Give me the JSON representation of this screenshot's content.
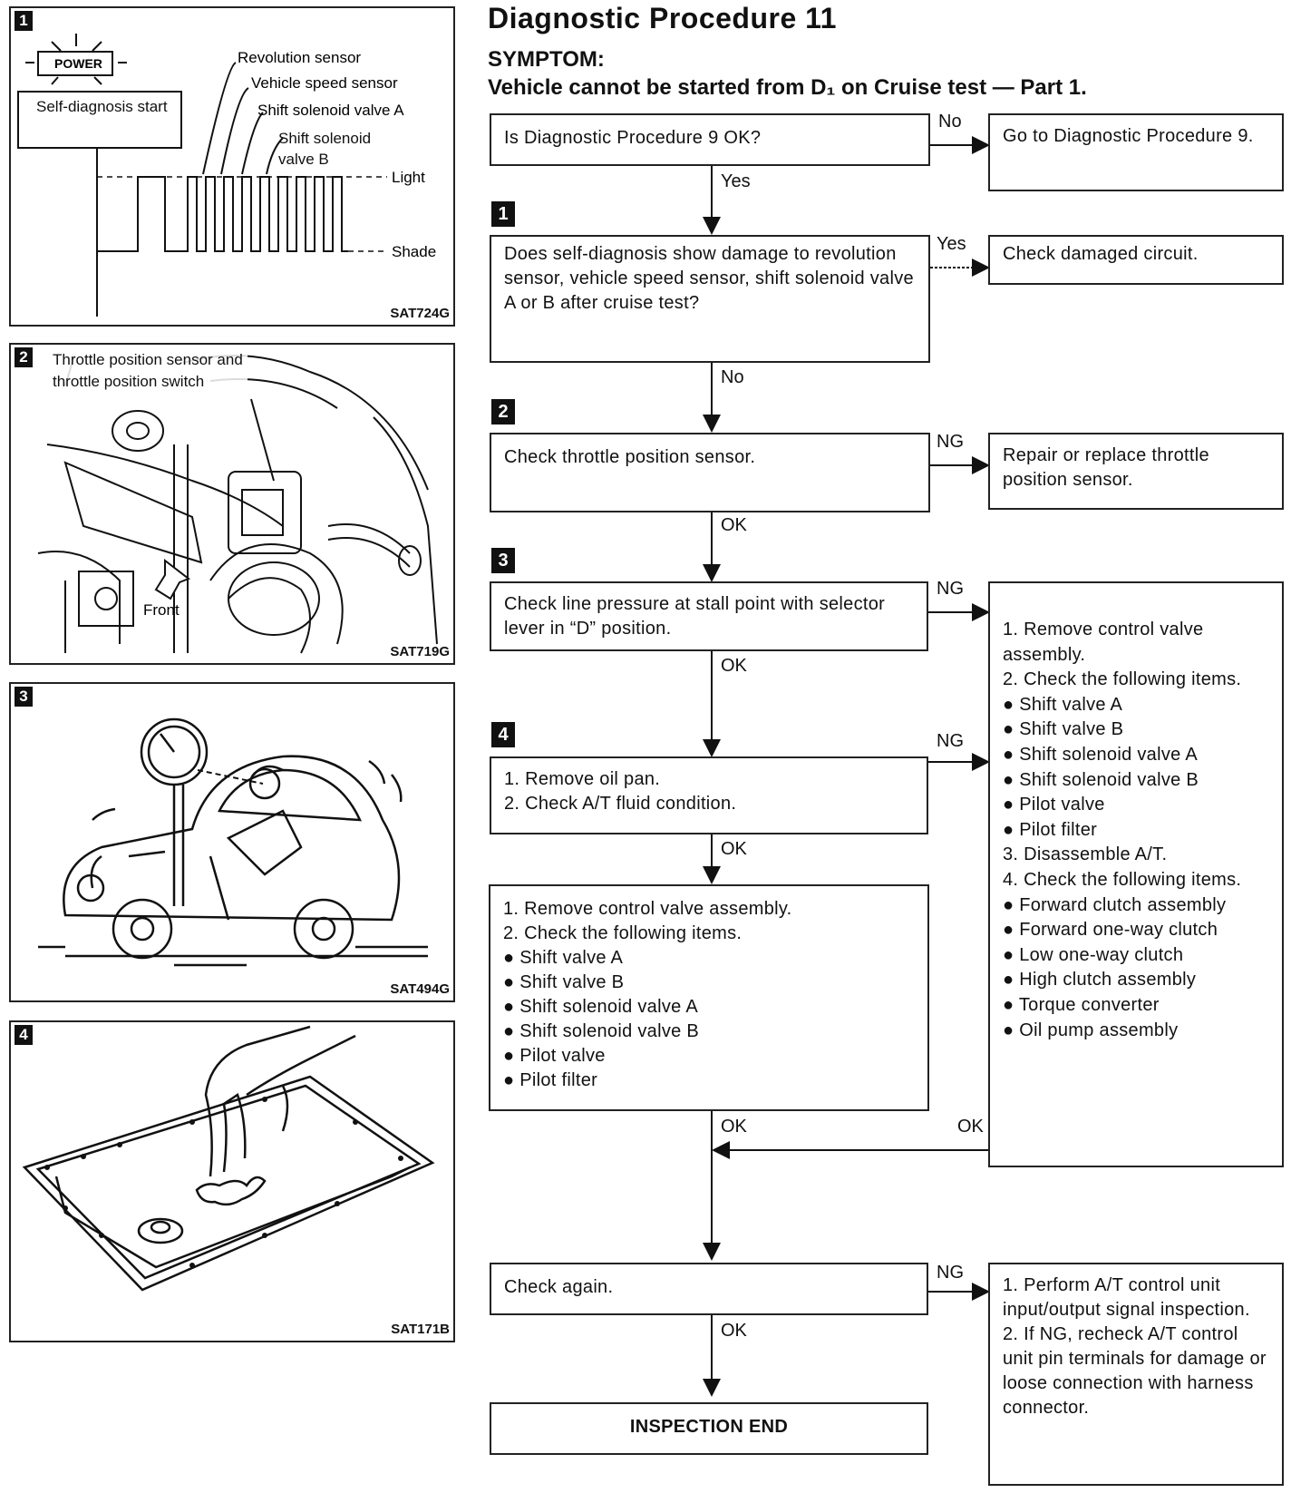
{
  "title": "Diagnostic Procedure 11",
  "symptom_label": "SYMPTOM:",
  "symptom": "Vehicle cannot be started from D₁ on Cruise test — Part 1.",
  "panels": [
    {
      "num": "1",
      "code": "SAT724G",
      "labels": {
        "power": "POWER",
        "self_diag": "Self-diagnosis start",
        "revolution_sensor": "Revolution sensor",
        "vehicle_speed_sensor": "Vehicle speed sensor",
        "shift_solenoid_a": "Shift solenoid valve A",
        "shift_solenoid_b": "Shift solenoid valve B",
        "light": "Light",
        "shade": "Shade"
      }
    },
    {
      "num": "2",
      "code": "SAT719G",
      "labels": {
        "tps": "Throttle position sensor and throttle position switch",
        "front": "Front"
      }
    },
    {
      "num": "3",
      "code": "SAT494G"
    },
    {
      "num": "4",
      "code": "SAT171B"
    }
  ],
  "flow": {
    "q0": "Is Diagnostic Procedure 9 OK?",
    "q0_no": "No",
    "q0_no_action": "Go to Diagnostic Procedure 9.",
    "q0_yes": "Yes",
    "s1_num": "1",
    "s1": "Does self-diagnosis show damage to revolution sensor, vehicle speed sensor, shift solenoid valve A or B after cruise test?",
    "s1_yes": "Yes",
    "s1_yes_action": "Check damaged circuit.",
    "s1_no": "No",
    "s2_num": "2",
    "s2": "Check throttle position sensor.",
    "s2_ng": "NG",
    "s2_ng_action": "Repair or replace throttle position sensor.",
    "s2_ok": "OK",
    "s3_num": "3",
    "s3": "Check line pressure at stall point with selector lever in “D” position.",
    "s3_ng": "NG",
    "s3_ok": "OK",
    "s4_num": "4",
    "s4_items": [
      "1. Remove oil pan.",
      "2. Check A/T fluid condition."
    ],
    "s4_ng": "NG",
    "s4_ok": "OK",
    "cv_items": [
      "1. Remove control valve assembly.",
      "2. Check the following items.",
      "● Shift valve A",
      "● Shift valve B",
      "● Shift solenoid valve A",
      "● Shift solenoid valve B",
      "● Pilot valve",
      "● Pilot filter"
    ],
    "cv_ok": "OK",
    "ng_items": [
      "1. Remove control valve assembly.",
      "2. Check the following items.",
      "● Shift valve A",
      "● Shift valve B",
      "● Shift solenoid valve A",
      "● Shift solenoid valve B",
      "● Pilot valve",
      "● Pilot filter",
      "3. Disassemble A/T.",
      "4. Check the following items.",
      "● Forward clutch assembly",
      "● Forward one-way clutch",
      "● Low one-way clutch",
      "● High clutch assembly",
      "● Torque converter",
      "● Oil pump assembly"
    ],
    "ng_ok": "OK",
    "check_again": "Check again.",
    "check_again_ng": "NG",
    "check_again_ok": "OK",
    "final_ng_items": [
      "1. Perform A/T control unit input/output signal inspection.",
      "2. If NG, recheck A/T control unit pin terminals for damage or loose connection with harness connector."
    ],
    "end": "INSPECTION END"
  }
}
